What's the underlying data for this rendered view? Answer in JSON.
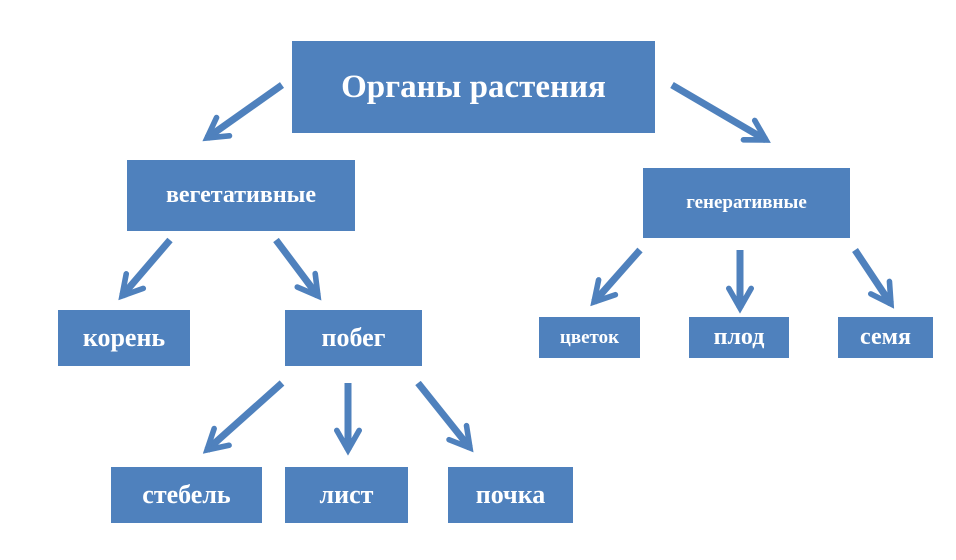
{
  "diagram": {
    "root": "Органы растения",
    "vegetative": "вегетативные",
    "generative": "генеративные",
    "root_organ": "корень",
    "shoot": "побег",
    "flower": "цветок",
    "fruit": "плод",
    "seed": "семя",
    "stem": "стебель",
    "leaf": "лист",
    "bud": "почка"
  },
  "colors": {
    "box": "#4f81bd",
    "arrow": "#4f81bd",
    "text": "#ffffff"
  }
}
